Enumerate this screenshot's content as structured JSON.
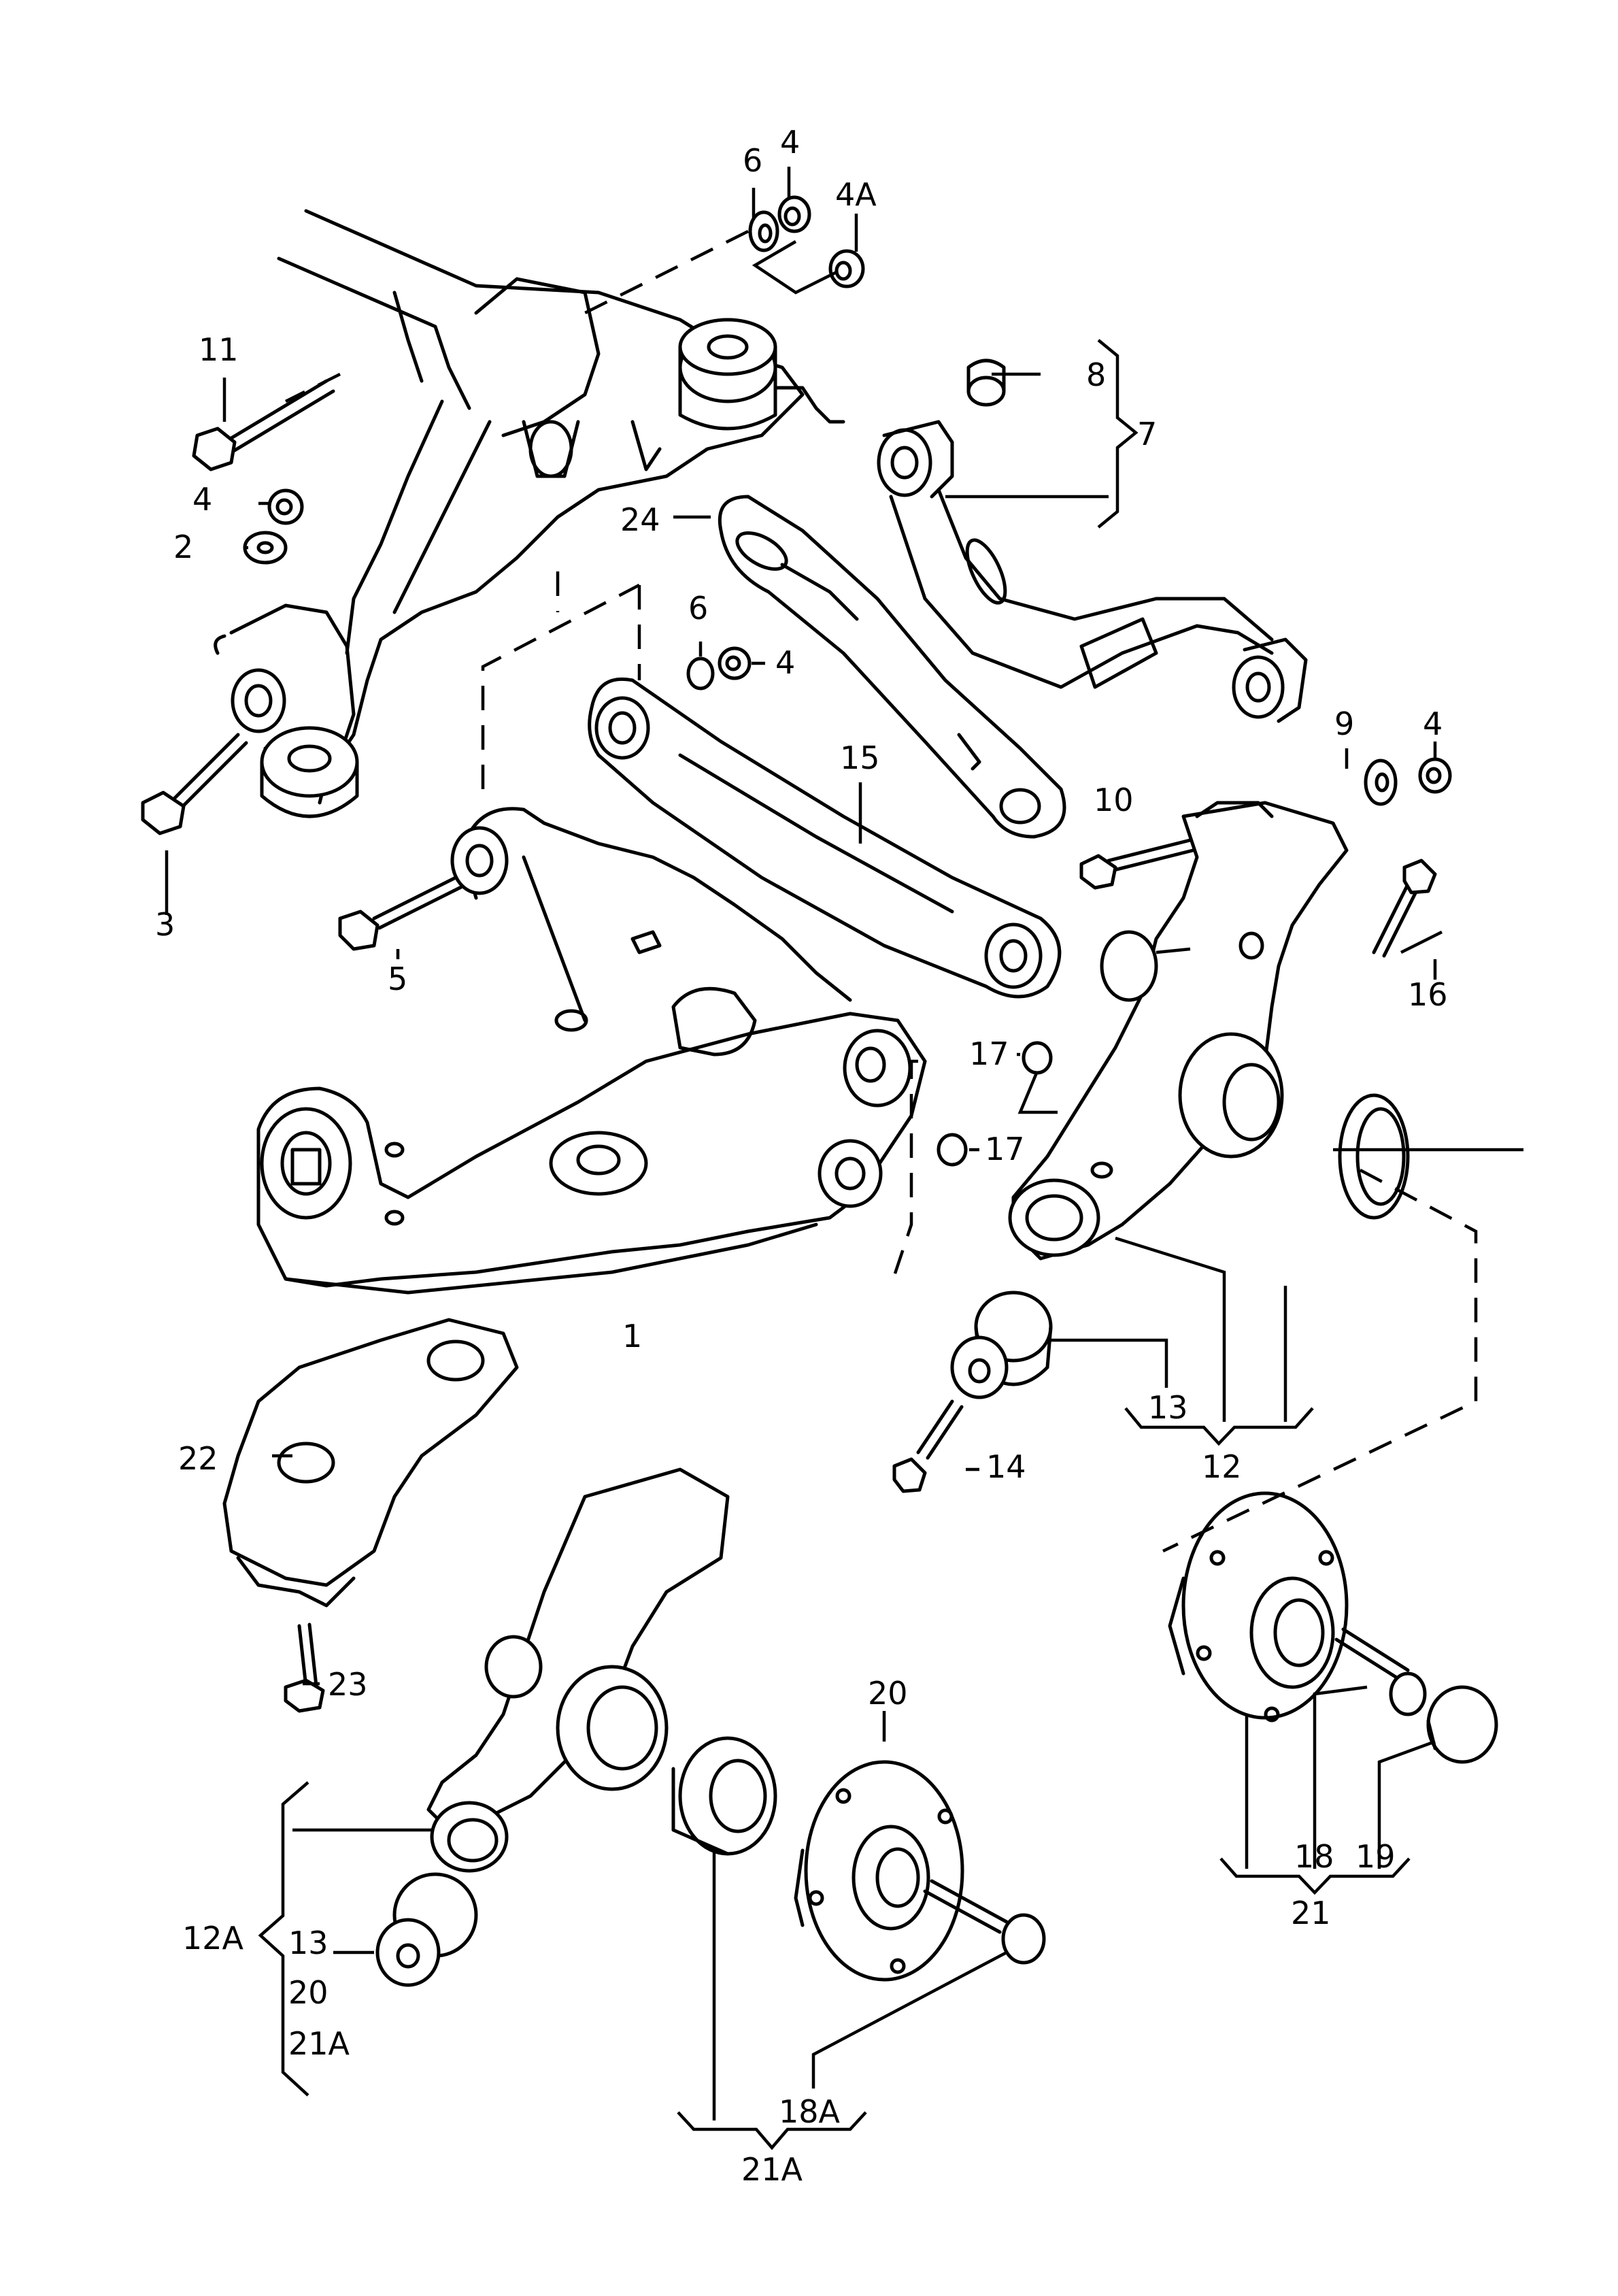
{
  "diagram": {
    "title": "Rear axle suspension exploded parts diagram",
    "callouts": {
      "c1": "1",
      "c2": "2",
      "c3": "3",
      "c4a": "4",
      "c4b": "4",
      "c4c": "4",
      "c4d": "4",
      "c4A": "4A",
      "c5": "5",
      "c6a": "6",
      "c6b": "6",
      "c7": "7",
      "c8": "8",
      "c9": "9",
      "c10": "10",
      "c11": "11",
      "c12": "12",
      "c12A": "12A",
      "c13a": "13",
      "c13b": "13",
      "c14": "14",
      "c15": "15",
      "c16": "16",
      "c17a": "17",
      "c17b": "17",
      "c18": "18",
      "c18A": "18A",
      "c19": "19",
      "c20a": "20",
      "c20b": "20",
      "c21": "21",
      "c21A": "21A",
      "c21Ab": "21A",
      "c22": "22",
      "c23": "23",
      "c24": "24"
    }
  }
}
